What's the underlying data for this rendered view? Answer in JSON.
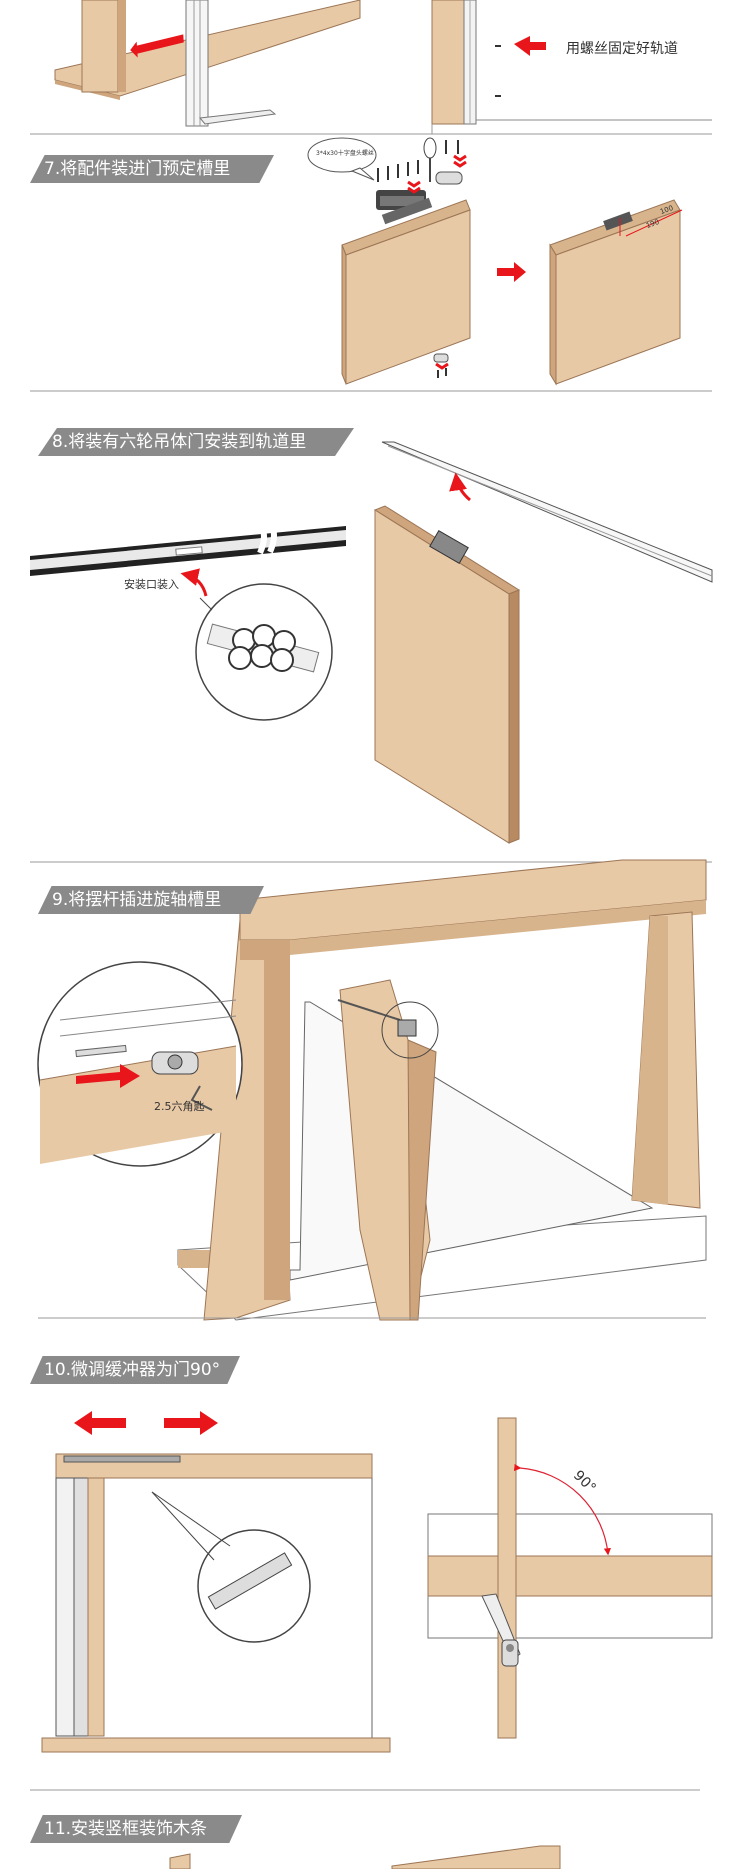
{
  "steps": [
    {
      "number": "7.",
      "title": "将配件装进门预定槽里"
    },
    {
      "number": "8.",
      "title": "将装有六轮吊体门安装到轨道里"
    },
    {
      "number": "9.",
      "title": "将摆杆插进旋轴槽里"
    },
    {
      "number": "10.",
      "title": "微调缓冲器为门90°"
    },
    {
      "number": "11.",
      "title": "安装竖框装饰木条"
    }
  ],
  "annotations": {
    "fix_rail_screws": "用螺丝固定好轨道",
    "screw_bag_label": "3*4x30十字盘头螺丝",
    "dim_100": "100",
    "dim_190": "190",
    "install_port": "安装口装入",
    "hex_key": "2.5六角匙",
    "angle_90": "90°"
  },
  "colors": {
    "wood": "#e8c9a6",
    "wood_side": "#cfa57d",
    "wood_edge": "#b88a62",
    "arrow_red": "#e8161b",
    "banner_gray": "#8a8a8a",
    "line_gray": "#888888"
  }
}
